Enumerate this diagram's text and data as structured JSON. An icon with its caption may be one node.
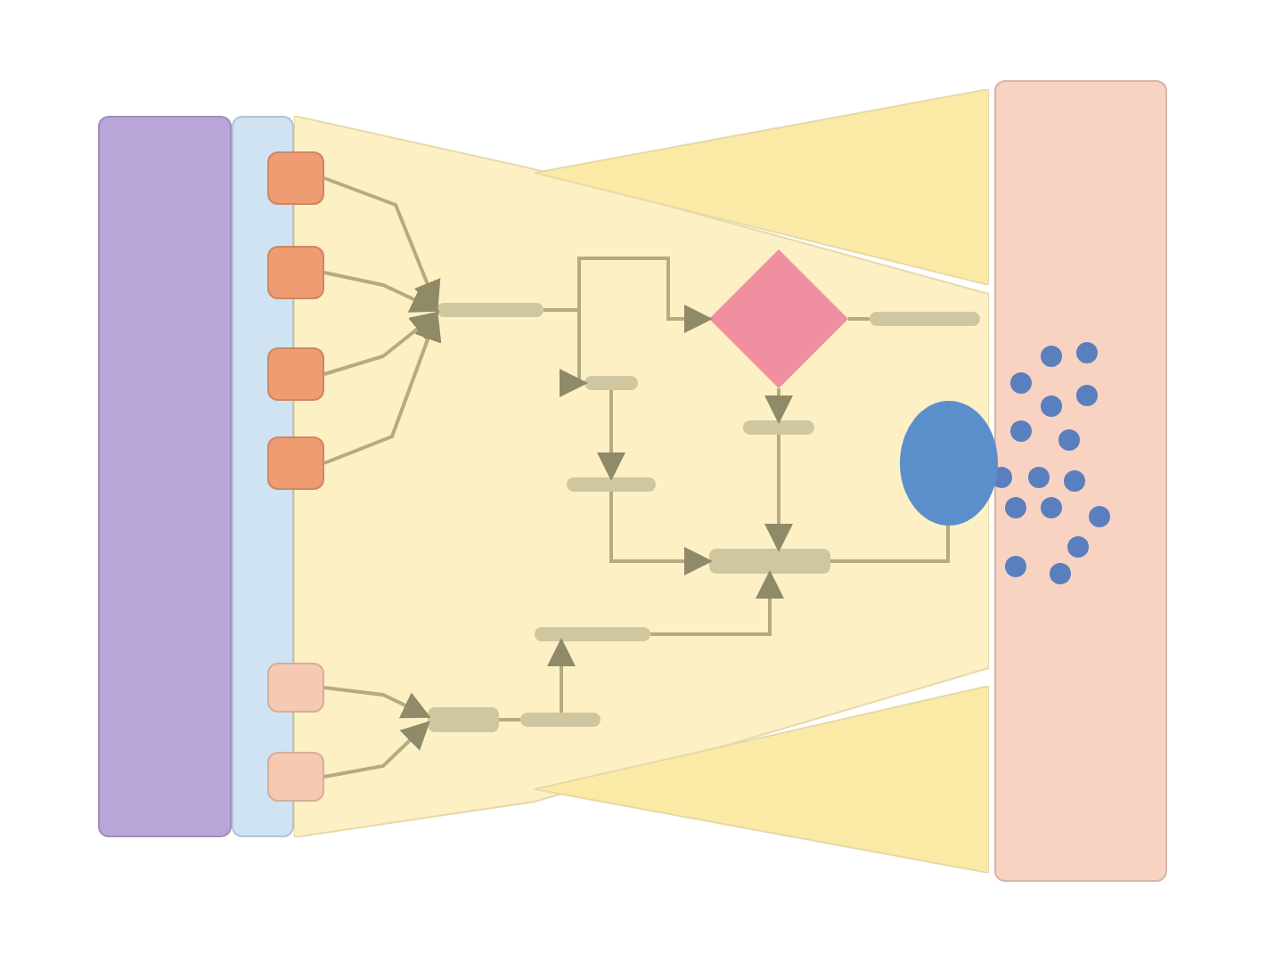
{
  "diagram": {
    "nodes": [
      {
        "text": [],
        "shape": "box"
      },
      {
        "text": [],
        "shape": "box"
      },
      {
        "text": [],
        "shape": "trapezoid"
      },
      {
        "text": [],
        "shape": "triangle"
      },
      {
        "text": [],
        "shape": "triangle"
      },
      {
        "text": [],
        "shape": "box"
      },
      {
        "text": [],
        "shape": "box"
      },
      {
        "text": [],
        "shape": "box"
      },
      {
        "text": [],
        "shape": "box"
      },
      {
        "text": [],
        "shape": "box"
      },
      {
        "text": [],
        "shape": "box"
      },
      {
        "text": [],
        "shape": "box"
      },
      {
        "text": [],
        "shape": "diamond",
        "in": 2
      },
      {
        "text": [],
        "shape": "ellipse"
      },
      {
        "text": [],
        "shape": "bar",
        "in": 2
      },
      {
        "text": [],
        "shape": "bar",
        "in": 2
      },
      {
        "text": [],
        "shape": "bar",
        "in": 2
      },
      {
        "text": [],
        "shape": "bar",
        "in": 2
      },
      {
        "text": [],
        "shape": "bar",
        "in": 2
      },
      {
        "text": [],
        "shape": "bar",
        "in": 2
      },
      {
        "text": [],
        "shape": "bar",
        "in": 2
      },
      {
        "text": [],
        "shape": "bar",
        "in": 2
      },
      {
        "text": [],
        "shape": "bar",
        "in": 2
      }
    ],
    "edges": [
      {
        "from": 6,
        "to": 14,
        "arrow": "to"
      },
      {
        "from": 7,
        "to": 14,
        "arrow": "to"
      },
      {
        "from": 8,
        "to": 14,
        "arrow": "to"
      },
      {
        "from": 9,
        "to": 14,
        "arrow": "to"
      },
      {
        "from": 14,
        "to": 12,
        "arrow": "to"
      },
      {
        "from": 14,
        "to": 16,
        "arrow": "to"
      },
      {
        "from": 16,
        "to": 17,
        "arrow": "to"
      },
      {
        "from": 17,
        "to": 19,
        "arrow": "to"
      },
      {
        "from": 12,
        "to": 15,
        "arrow": "none"
      },
      {
        "from": 12,
        "to": 18,
        "arrow": "to"
      },
      {
        "from": 18,
        "to": 19,
        "arrow": "to"
      },
      {
        "from": 19,
        "to": 13,
        "arrow": "none"
      },
      {
        "from": 20,
        "to": 19,
        "arrow": "to"
      },
      {
        "from": 22,
        "to": 20,
        "arrow": "to"
      },
      {
        "from": 10,
        "to": 21,
        "arrow": "to"
      },
      {
        "from": 11,
        "to": 21,
        "arrow": "to"
      },
      {
        "from": 21,
        "to": 22,
        "arrow": "none"
      }
    ]
  }
}
